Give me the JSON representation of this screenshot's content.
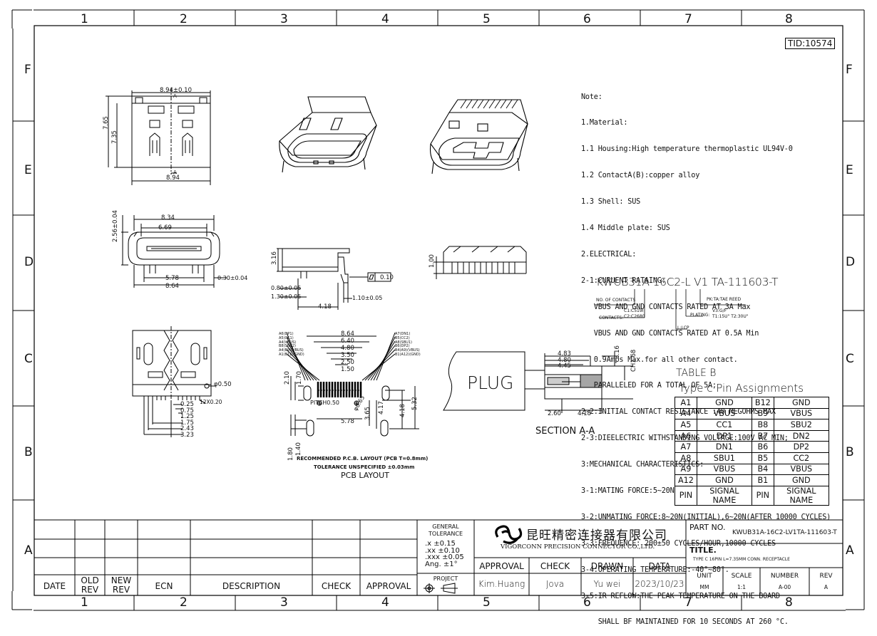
{
  "zones": {
    "columns": [
      "1",
      "2",
      "3",
      "4",
      "5",
      "6",
      "7",
      "8"
    ],
    "rows": [
      "F",
      "E",
      "D",
      "C",
      "B",
      "A"
    ]
  },
  "tid": "TID:10574",
  "notes": {
    "lines": [
      "Note:",
      "1.Material:",
      "1.1 Housing:High temperature thermoplastic UL94V-0",
      "1.2 ContactA(B):copper alloy",
      "1.3 Shell: SUS",
      "1.4 Middle plate: SUS",
      "2.ELECTRICAL:",
      "2-1:CURUENT RATAING:",
      "   VBUS AND GND CONTACTS RATED AT 3A Max",
      "   VBUS AND GND CONTACTS RATED AT 0.5A Min",
      "   0.9Amps Max.for all other contact.",
      "   PARALLELED FOR A TOTAL OF 5A;",
      "2-2:INITIAL CONTACT RESISTANCE :40 MEGOHMS MAX",
      "2-3:DIEELECTRIC WITHSTANDING VOLTAGE:100V AC MIN;",
      "3:MECHANICAL CHARACTERISTICS:",
      "3-1:MATING FORCE:5~20N",
      "3-2:UNMATING FORCE:8~20N(INITIAL),6~20N(AFTER 10000 CYCLES)",
      "3-3:FREQUENCE: 200±50 CYCLES/HOUR,10000 CYCLES",
      "3-4:OPERATING TEMPERATURE:-40°~80°.",
      "3-5:IR REFLOW:THE PEAK TEMPERATURE ON THE BOARD",
      "    SHALL BF MAINTAINED FOR 10 SECONDS AT 260 °C."
    ]
  },
  "part_code": {
    "code": "KWUB31A-16C2-L V1 TA-111603-T",
    "no_of_contacts": "NO. OF CONTACTS",
    "contacts_label": "CONTACTS:",
    "contacts_values": [
      "C1:C519I",
      "C2:C2680"
    ],
    "lcp": "L:LCP",
    "plating_label": "PLATING:",
    "plating_values": [
      "V3:G/F",
      "T1:15U\" T2:30U\""
    ],
    "pk_reed": "PK:TA:TAE REED"
  },
  "dims": {
    "top_width": "8.94±0.10",
    "top_bottom": "8.94",
    "top_h1": "7.35",
    "top_h2": "7.65",
    "section_ref": "A",
    "front_h": "2.56±0.04",
    "front_w1": "8.34",
    "front_w2": "6.69",
    "front_w3": "5.78",
    "front_w4": "8.64",
    "front_t": "0.30±0.04",
    "side_h": "3.16",
    "side_d1": "0.80±0.05",
    "side_d2": "1.30±0.05",
    "side_d3": "4.18",
    "side_d4": "1.10±0.05",
    "flatness": "0.10",
    "rear_h": "1.00",
    "bot_pitch": "12X0.20",
    "bot_phi": "φ0.50",
    "bot_list": [
      "0.25",
      "0.75",
      "1.25",
      "1.75",
      "2.43",
      "3.23"
    ],
    "pcb_list": [
      "8.64",
      "6.40",
      "4.80",
      "3.50",
      "2.50",
      "1.50"
    ],
    "pcb_pitch": "PITCH0.50",
    "pcb_h": [
      "2.10",
      "1.70"
    ],
    "pcb_b": [
      "1.80",
      "1.40"
    ],
    "pcb_right": [
      "3.65",
      "4.17",
      "4.18",
      "5.32"
    ],
    "pcb_578": "5.78",
    "pcb_phi": "φ0.65",
    "sec_dims": [
      "4.83",
      "4.80",
      "4.45",
      "3.16",
      "1.68",
      "2.60",
      "4.18"
    ],
    "sec_ch": "CH"
  },
  "pcb_layout": {
    "note1": "RECOMMENDED  P.C.B. LAYOUT  (PCB T=0.8mm)",
    "note2": "TOLERANCE UNSPECIFIED ±0.03mm",
    "title": "PCB LAYOUT",
    "left_labels": [
      "A6(DP1)",
      "A5(CC1)",
      "A4(VBUS)",
      "B8(SBU2)",
      "A4(B9)(VBUS)",
      "A1(B12)(GND)"
    ],
    "right_labels": [
      "A7(DN1)",
      "B5(CC2)",
      "A8(SBU1)",
      "B6(DP2)",
      "B4(A9)(VBUS)",
      "B1(A12)(GND)"
    ]
  },
  "section": {
    "plug": "PLUG",
    "label": "SECTION   A-A"
  },
  "pin_table": {
    "title": "TABLE  B",
    "subtitle": "Type  c  Pin  Assignments",
    "rows": [
      [
        "A1",
        "GND",
        "B12",
        "GND"
      ],
      [
        "A4",
        "VBUS",
        "B9",
        "VBUS"
      ],
      [
        "A5",
        "CC1",
        "B8",
        "SBU2"
      ],
      [
        "A6",
        "DP1",
        "B7",
        "DN2"
      ],
      [
        "A7",
        "DN1",
        "B6",
        "DP2"
      ],
      [
        "A8",
        "SBU1",
        "B5",
        "CC2"
      ],
      [
        "A9",
        "VBUS",
        "B4",
        "VBUS"
      ],
      [
        "A12",
        "GND",
        "B1",
        "GND"
      ]
    ],
    "header": [
      "PIN",
      "SIGNAL NAME",
      "PIN",
      "SIGNAL NAME"
    ]
  },
  "title_block": {
    "date": "DATE",
    "old_rev": "OLD\nREV",
    "new_rev": "NEW\nREV",
    "ecn": "ECN",
    "description": "DESCRIPTION",
    "check": "CHECK",
    "approval": "APPROVAL",
    "general_tol": "GENERAL\nTOLERANCE",
    "tol_lines": [
      ".x  ±0.15",
      ".xx  ±0.10",
      ".xxx ±0.05",
      "Ang. ±1°"
    ],
    "project": "PROJECT",
    "company_cn": "昆旺精密连接器有限公司",
    "company_en": "VIGORCONN PRECISION CONNECTOR CO.,LTD.",
    "hdr_approval": "APPROVAL",
    "hdr_check": "CHECK",
    "hdr_drawn": "DRAWN",
    "hdr_data": "DATA",
    "val_approval": "Kim.Huang",
    "val_check": "Jova",
    "val_drawn": "Yu wei",
    "val_data": "2023/10/23",
    "part_no_label": "PART NO.",
    "part_no": "KWUB31A-16C2-LV1TA-111603-T",
    "title_label": "TITLE.",
    "title": "TYPE C 16PIN L=7.35MM CONN. RECEPTACLE",
    "unit_label": "UNIT",
    "unit": "MM",
    "scale_label": "SCALE",
    "scale": "1:1",
    "number_label": "NUMBER",
    "number": "A-00",
    "rev_label": "REV",
    "rev": "A"
  }
}
